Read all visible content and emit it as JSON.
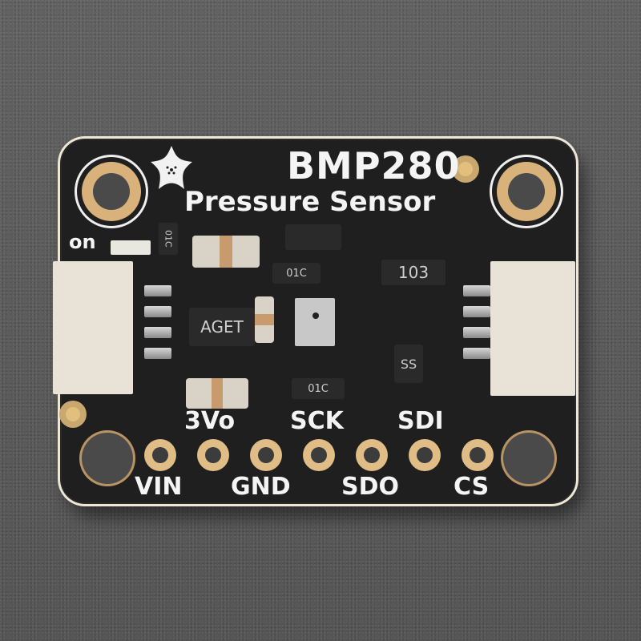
{
  "image": {
    "subject": "Adafruit BMP280 breakout board",
    "background_color": "#5c5c5c",
    "pcb_color": "#1f1f1f",
    "silkscreen_color": "#f4f4f4",
    "gold_pad_color": "#e0bd86"
  },
  "board": {
    "title": "BMP280",
    "subtitle": "Pressure Sensor",
    "logo": "adafruit-flower-icon",
    "led_label": "on",
    "components": {
      "regulator_marking": "AGET",
      "resistor_network_marking": "103",
      "level_shifter_marking": "SS",
      "resistor_marking_1": "01C",
      "resistor_marking_2": "01C",
      "resistor_marking_3": "01C"
    },
    "pins_top_labels": [
      "3Vo",
      "SCK",
      "SDI"
    ],
    "pins_bottom_labels": [
      "VIN",
      "GND",
      "SDO",
      "CS"
    ],
    "connectors": [
      "left-stemma-qt-connector",
      "right-stemma-qt-connector"
    ]
  }
}
